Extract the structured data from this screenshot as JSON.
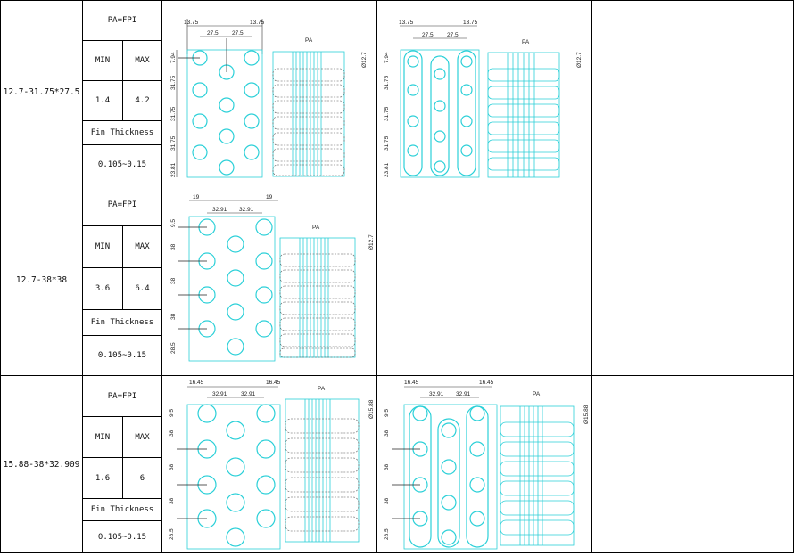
{
  "rows": [
    {
      "spec": "12.7-31.75*27.5",
      "pa_label": "PA=FPI",
      "min_label": "MIN",
      "max_label": "MAX",
      "min_value": "1.4",
      "max_value": "4.2",
      "fin_label": "Fin Thickness",
      "fin_value": "0.105~0.15",
      "drawing_flat": {
        "top_dims": [
          "13.75",
          "27.5",
          "27.5",
          "13.75"
        ],
        "side_dims": [
          "7.94",
          "31.75",
          "31.75",
          "31.75",
          "23.81"
        ],
        "pa": "PA",
        "dia": "Ø12.7"
      },
      "drawing_collar": {
        "top_dims": [
          "13.75",
          "27.5",
          "27.5",
          "13.75"
        ],
        "side_dims": [
          "7.94",
          "31.75",
          "31.75",
          "31.75",
          "23.81"
        ],
        "pa": "PA",
        "dia": "Ø12.7"
      }
    },
    {
      "spec": "12.7-38*38",
      "pa_label": "PA=FPI",
      "min_label": "MIN",
      "max_label": "MAX",
      "min_value": "3.6",
      "max_value": "6.4",
      "fin_label": "Fin Thickness",
      "fin_value": "0.105~0.15",
      "drawing_flat": {
        "top_dims": [
          "19",
          "32.91",
          "32.91",
          "19"
        ],
        "side_dims": [
          "9.5",
          "38",
          "38",
          "38",
          "28.5"
        ],
        "pa": "PA",
        "dia": "Ø12.7"
      }
    },
    {
      "spec": "15.88-38*32.909",
      "pa_label": "PA=FPI",
      "min_label": "MIN",
      "max_label": "MAX",
      "min_value": "1.6",
      "max_value": "6",
      "fin_label": "Fin Thickness",
      "fin_value": "0.105~0.15",
      "drawing_flat": {
        "top_dims": [
          "16.45",
          "32.91",
          "32.91",
          "16.45"
        ],
        "side_dims": [
          "9.5",
          "38",
          "38",
          "38",
          "28.5"
        ],
        "pa": "PA",
        "dia": "Ø15.88"
      },
      "drawing_collar": {
        "top_dims": [
          "16.45",
          "32.91",
          "32.91",
          "16.45"
        ],
        "side_dims": [
          "9.5",
          "38",
          "38",
          "38",
          "28.5"
        ],
        "pa": "PA",
        "dia": "Ø15.88"
      }
    }
  ]
}
